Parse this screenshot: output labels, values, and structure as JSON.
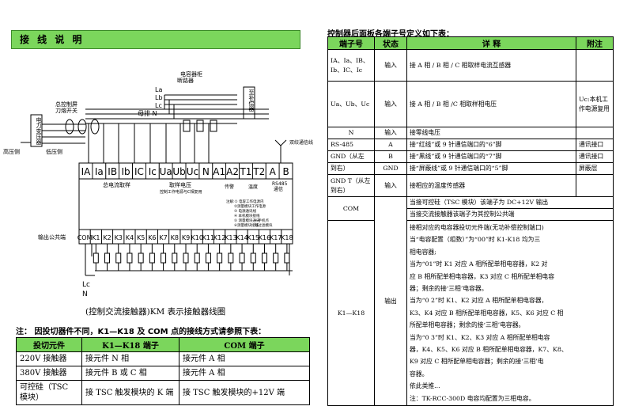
{
  "section_title": "接 线 说 明",
  "diagram": {
    "labels": {
      "capacitor_cabinet": "电容器柜",
      "breaker": "断路器",
      "main_switch_1": "总控制屏",
      "main_switch_2": "刀熔开关",
      "transformer": "电力变压器",
      "high_voltage_side": "高压侧",
      "low_voltage_side": "低压侧",
      "busbar": "母排 N",
      "line_la": "La",
      "line_lb": "Lb",
      "line_lc": "Lc",
      "compensation_box": "至补偿器",
      "antenna": "双绞通信线",
      "current_sampling": "总电流取样",
      "voltage_sampling": "取样电压",
      "work_power": "控制工作电源与C相复用",
      "alarm": "传警",
      "temperature": "温度",
      "rs485": "RS485",
      "comm": "通信",
      "notes_1": "注解:① 电容工作电源内",
      "notes_2": "②测量模块工作电源",
      "notes_3": "③ 电源通讯线",
      "notes_4": "④ 本机模块接线",
      "notes_5": "⑤ 测量模块通讯",
      "notes_6": "⑥测量模块接线",
      "notes_7": "—手机点",
      "notes_8": "双过滤模块",
      "output_common": "输出公共端",
      "bottom_lc": "Lc",
      "bottom_n": "N"
    },
    "top_terminals": [
      "IA",
      "Ia",
      "IB",
      "Ib",
      "IC",
      "Ic",
      "Ua",
      "Ub",
      "Uc",
      "N",
      "A1",
      "A2",
      "T1",
      "T2",
      "A",
      "B"
    ],
    "bottom_terminals": [
      "COM",
      "K1",
      "K2",
      "K3",
      "K4",
      "K5",
      "K6",
      "K7",
      "K8",
      "K9",
      "K10",
      "K11",
      "K12",
      "K13",
      "K14",
      "K15",
      "K16",
      "K17",
      "K18"
    ]
  },
  "caption": "(控制交流接触器)KM 表示接触器线圈",
  "note": "注：  因投切器件不同，K1—K18 及 COM 点的接线方式请参照下表：",
  "left_table": {
    "headers": [
      "投切元件",
      "K1—K18 端子",
      "COM 端子"
    ],
    "rows": [
      [
        "220V 接触器",
        "接元件 N 相",
        "接元件 A 相"
      ],
      [
        "380V 接触器",
        "接元件 B 或 C 相",
        "接元件 A 相"
      ],
      [
        "可控硅（TSC 模块）",
        "接 TSC 触发模块的 K 端",
        "接 TSC 触发模块的+12V 端"
      ]
    ]
  },
  "right_title": "控制器后面板各端子号定义如下表：",
  "right_table": {
    "headers": [
      "端子号",
      "状态",
      "详  释",
      "附注"
    ],
    "rows": [
      {
        "terminal": "IA、Ia、IB、Ib、IC、Ic",
        "state": "输入",
        "detail": "接 A 相 / B 相 / C 相取样电流互感器",
        "note": ""
      },
      {
        "terminal": "Ua、Ub、Uc",
        "state": "输入",
        "detail": "接 A 相 / B 相 /C 相取样相电压",
        "note": "Uc:本机工作电源复用"
      },
      {
        "terminal": "N",
        "state": "输入",
        "detail": "接零线电压",
        "note": ""
      },
      {
        "terminal": "RS-485",
        "state": "A",
        "detail": "接“红线”或 9 针通信端口的“6”脚",
        "note": "通讯接口"
      },
      {
        "terminal": "GND（从左",
        "state": "B",
        "detail": "接“黑线”或 9 针通信端口的“7”脚",
        "note": "通讯接口"
      },
      {
        "terminal": "到右）",
        "state": "GND",
        "detail": "接“屏蔽线”或 9 针通信端口的“5”脚",
        "note": "屏蔽层"
      },
      {
        "terminal": "GND T（从左到右）",
        "state": "输入",
        "detail": "接相应的温度传感器",
        "note": ""
      }
    ],
    "com_row": {
      "terminal": "COM",
      "line1": "当接可控硅（TSC 模块）该端子为 DC+12V 输出",
      "line2": "当接交流接触器该端子为其控制公共端"
    },
    "k_row": {
      "terminal": "K1—K18",
      "state": "输出",
      "lines": [
        "接相对应的电容器投切元件端(无功补偿控制端口)",
        "当“电容配置（组数）”为“00”时 K1-K18 均为三",
        "相电容器;",
        "当为“01”时 K1 对应 A 相所配单相电容器，K2 对",
        "应 B 相所配单相电容器，K3 对应 C 相所配单相电容",
        "器；剩余的接‘三相’电容器。",
        "当为“0 2”时 K1、K2 对应 A 相所配单相电容器，",
        "K3、K4 对应 B 相所配单相电容器，K5、K6 对应 C 相",
        "所配单相电容器；剩余的接‘三相’电容器。",
        "当为“0 3”时 K1、K2、K3 对应 A 相所配单相电容",
        "器，K4、K5、K6 对应 B 相所配单相电容器，K7、K8、",
        "K9 对应 C 相所配单相电容器；剩余的接‘三相’电",
        "容器。",
        "依此类推...",
        "注：TK-RCC-300D 电容均配置为三相电容。"
      ]
    }
  }
}
